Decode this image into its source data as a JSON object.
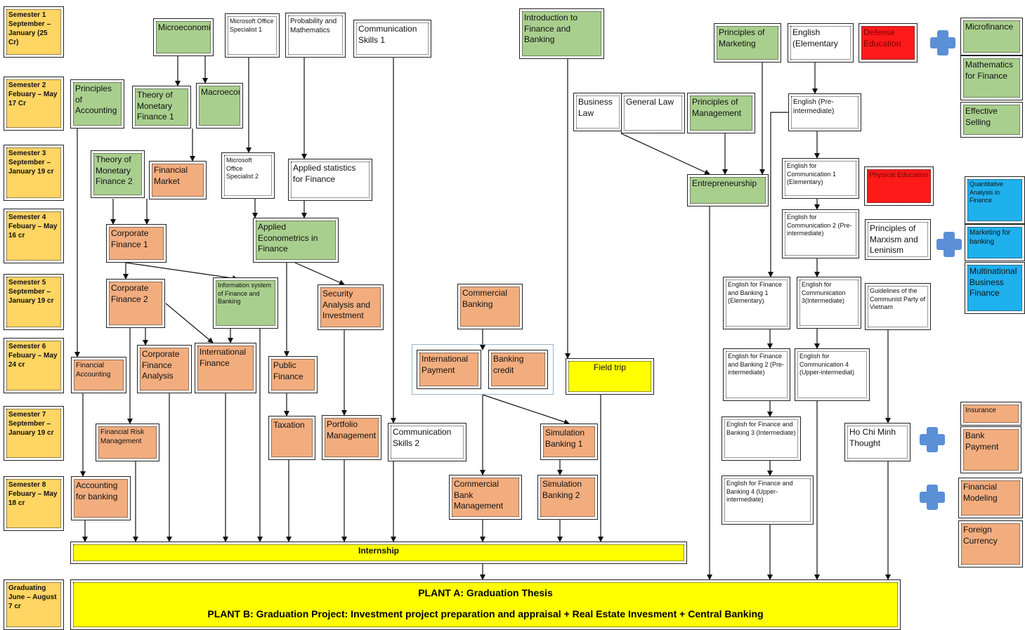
{
  "semesters": [
    {
      "key": "s1",
      "label": "Semester 1 September – January (25 Cr)"
    },
    {
      "key": "s2",
      "label": "Semester 2 Febuary – May 17 Cr"
    },
    {
      "key": "s3",
      "label": "Semester 3 September – January 19 cr"
    },
    {
      "key": "s4",
      "label": "Semester 4 Febuary – May 16 cr"
    },
    {
      "key": "s5",
      "label": "Semester 5 September – January 19 cr"
    },
    {
      "key": "s6",
      "label": "Semester 6 Febuary – May 24 cr"
    },
    {
      "key": "s7",
      "label": "Semester 7 September – January 19 cr"
    },
    {
      "key": "s8",
      "label": "Semester 8 Febuary – May 18 cr"
    },
    {
      "key": "grad",
      "label": "Graduating June – August 7 cr"
    }
  ],
  "courses": {
    "microeconomics": "Microeconomics",
    "mos1": "Microsoft Office Specialist 1",
    "prob_math": "Probability and Mathematics",
    "comm_skills1": "Communication Skills 1",
    "intro_finance_banking": "Introduction to Finance and Banking",
    "principles_marketing": "Principles of Marketing",
    "english_elementary": "English (Elementary",
    "defense_education": "Defense Education",
    "microfinance": "Microfinance",
    "math_finance": "Mathematics for Finance",
    "effective_selling": "Effective Selling",
    "principles_accounting": "Principles of Accounting",
    "tmf1": "Theory of Monetary Finance 1",
    "macroeconomics": "Macroeconomics",
    "business_law": "Business Law",
    "general_law": "General Law",
    "principles_management": "Principles of Management",
    "english_pre_int": "English (Pre-intermediate)",
    "tmf2": "Theory of Monetary Finance 2",
    "financial_market": "Financial Market",
    "mos2": "Microsoft Office Specialist 2",
    "applied_stats": "Applied statistics for Finance",
    "entrepreneurship": "Entrepreneurship",
    "efc1": "English for Communication 1 (Elementary)",
    "physical_education": "Physical Education",
    "quant_analysis": "Quantitative Analysis in Finance",
    "marketing_banking": "Marketing for banking",
    "multinational_bf": "Multinational Business Finance",
    "corp_fin1": "Corporate Finance 1",
    "applied_econometrics": "Applied Econometrics in Finance",
    "efc2": "English for Communication 2 (Pre-intermediate)",
    "marxism": "Principles of Marxism and Leninism",
    "corp_fin2": "Corporate Finance 2",
    "info_system": "Information system of Finance and Banking",
    "security_analysis": "Security Analysis and Investment",
    "commercial_banking": "Commercial Banking",
    "efb1": "English for Finance and Banking 1 (Elementary)",
    "efc3": "English for Communication 3(Intermediate)",
    "guidelines_cpv": "Guidelines of the Communist Party of Vietnam",
    "financial_accounting": "Financial Accounting",
    "corp_fin_analysis": "Corporate Finance Analysis",
    "international_finance": "International Finance",
    "public_finance": "Public Finance",
    "international_payment": "International Payment",
    "banking_credit": "Banking credit",
    "field_trip": "Field trip",
    "efb2": "English for Finance and Banking 2 (Pre-intermediate)",
    "efc4": "English for Communication 4 (Upper-intermediat)",
    "financial_risk_mgmt": "Financial Risk Management",
    "taxation": "Taxation",
    "portfolio_mgmt": "Portfolio Management",
    "comm_skills2": "Communication Skills 2",
    "simulation_banking1": "Simulation Banking 1",
    "efb3": "English for Finance and Banking 3 (Intermediate)",
    "ho_chi_minh": "Ho Chi Minh Thought",
    "insurance": "Insurance",
    "bank_payment": "Bank Payment",
    "accounting_banking": "Accounting for banking",
    "commercial_bank_mgmt": "Commercial Bank Management",
    "simulation_banking2": "Simulation Banking 2",
    "efb4": "English for Finance and Banking 4 (Upper-intermediate)",
    "financial_modeling": "Financial Modeling",
    "foreign_currency": "Foreign Currency",
    "internship": "Internship"
  },
  "thesis": {
    "plan_a": "PLANT A: Graduation Thesis",
    "plan_b": "PLANT B: Graduation Project: Investment project preparation and appraisal + Real Estate Invesment + Central Banking"
  },
  "colors": {
    "core_green": "#a9cf8e",
    "major_orange": "#f2ad7f",
    "semester_yellow": "#ffd563",
    "mandatory_red": "#ff1a1a",
    "elective_blue": "#1fb0ee",
    "highlight_yellow": "#ffff00",
    "plus_icon": "#5b8fd6"
  },
  "icons": [
    "plus-icon"
  ]
}
